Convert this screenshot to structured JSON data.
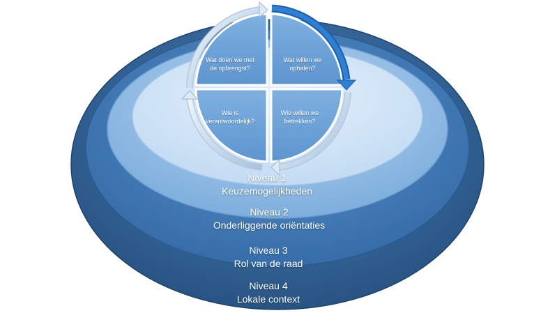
{
  "levels": [
    {
      "title": "Niveau   1",
      "subtitle": "Keuzemogelijkheden"
    },
    {
      "title": "Niveau  2",
      "subtitle": "Onderliggende oriëntaties"
    },
    {
      "title": "Niveau  3",
      "subtitle": "Rol van de raad"
    },
    {
      "title": "Niveau  4",
      "subtitle": "Lokale context"
    }
  ],
  "quadrants": {
    "top_left": {
      "line1": "Wat doen we met",
      "line2": "de opbrengst?"
    },
    "top_right": {
      "line1": "Wat willen we",
      "line2": "ophalen?"
    },
    "bottom_left": {
      "line1": "Wie is",
      "line2": "verantwoordelijk?"
    },
    "bottom_right": {
      "line1": "Wie willen we",
      "line2": "betrekken?"
    }
  },
  "colors": {
    "level4": "#2d5b8f",
    "level3": "#3a75b2",
    "level2": "#8cb8e2",
    "level1": "#d2e6f8",
    "quadrant": "#6fa4d8",
    "arrow_active": "#1f6bc0",
    "arrow_ring": "#c5d7ea"
  }
}
